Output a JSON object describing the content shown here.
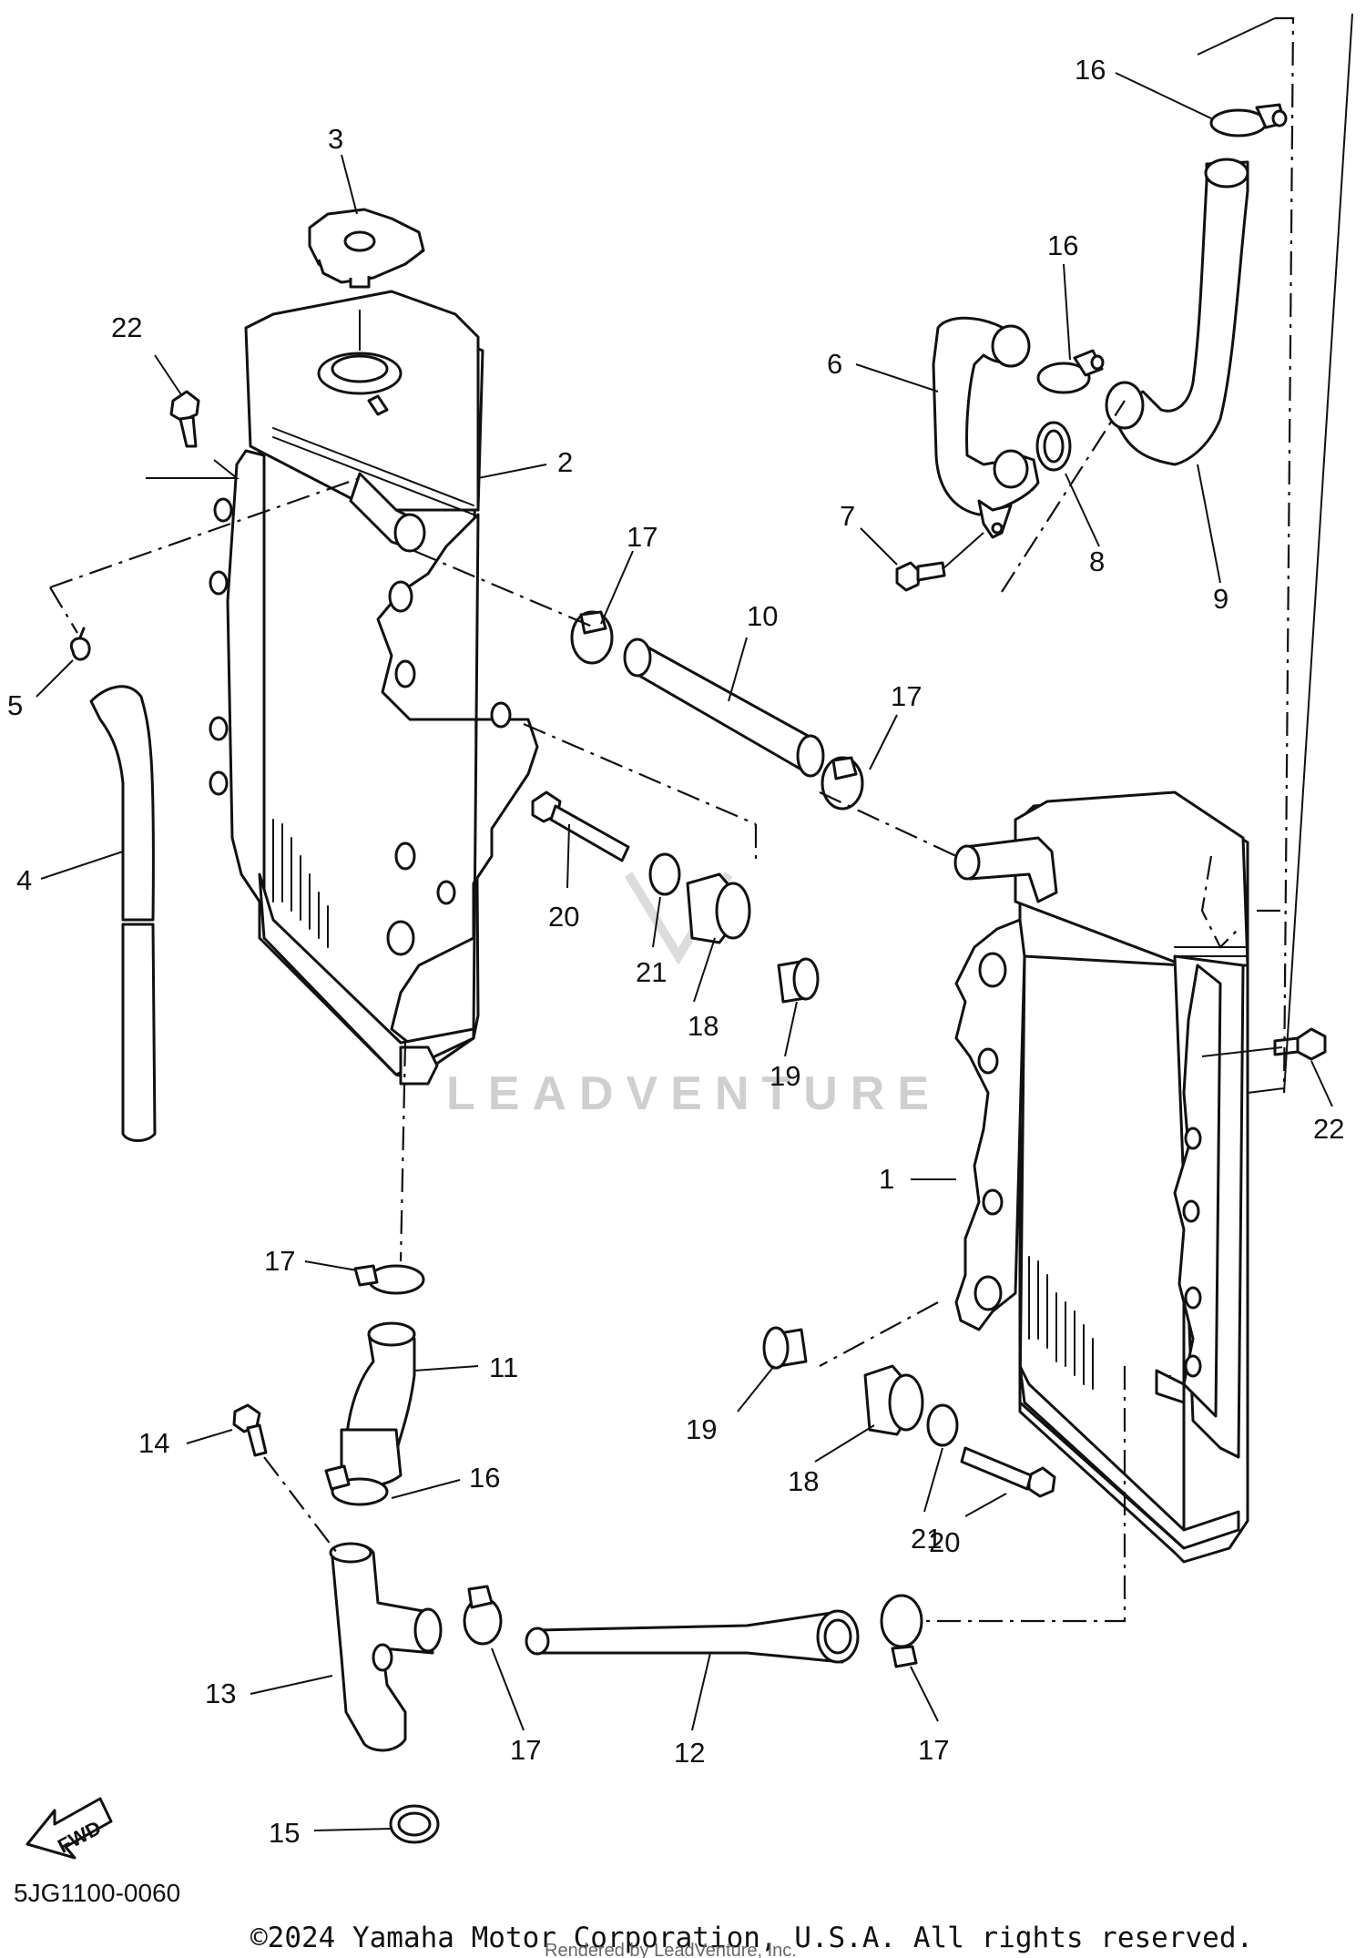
{
  "diagram": {
    "callouts": {
      "c16a": "16",
      "c3": "3",
      "c16b": "16",
      "c6": "6",
      "c22a": "22",
      "c2": "2",
      "c7": "7",
      "c8": "8",
      "c9": "9",
      "c17a": "17",
      "c10": "10",
      "c5": "5",
      "c17b": "17",
      "c4": "4",
      "c20a": "20",
      "c21a": "21",
      "c18a": "18",
      "c19a": "19",
      "c22b": "22",
      "c1": "1",
      "c17c": "17",
      "c11": "11",
      "c19b": "19",
      "c14": "14",
      "c16c": "16",
      "c18b": "18",
      "c21b": "21",
      "c20b": "20",
      "c13": "13",
      "c17d": "17",
      "c12": "12",
      "c17e": "17",
      "c15": "15"
    },
    "fwd_label": "FWD",
    "diagram_code": "5JG1100-0060",
    "copyright": "©2024 Yamaha Motor Corporation, U.S.A. All rights reserved.",
    "watermark": "LEADVENTURE",
    "rendered_by": "Rendered by LeadVenture, Inc."
  }
}
